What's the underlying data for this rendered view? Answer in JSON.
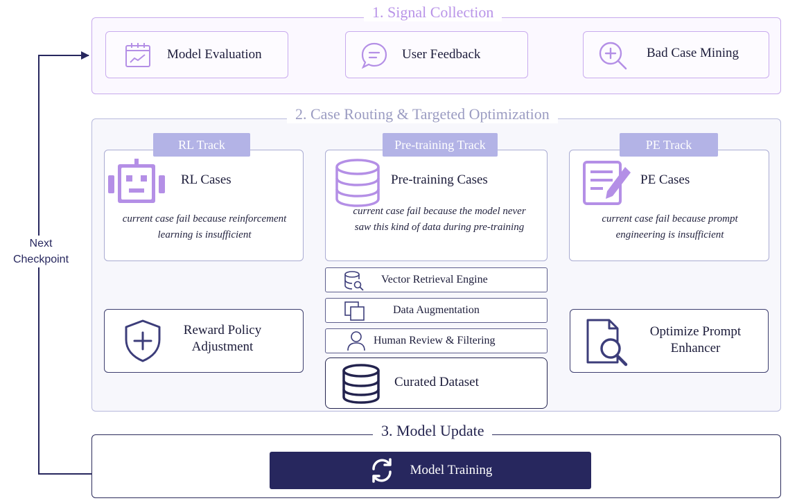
{
  "sections": {
    "signal_collection": "1. Signal Collection",
    "case_routing": "2. Case Routing & Targeted Optimization",
    "model_update": "3. Model Update"
  },
  "signal": {
    "model_evaluation": "Model Evaluation",
    "user_feedback": "User Feedback",
    "bad_case_mining": "Bad Case Mining"
  },
  "tracks": {
    "rl": {
      "tab": "RL Track",
      "title": "RL Cases",
      "desc": "current case fail because reinforcement learning is insufficient",
      "action": "Reward Policy Adjustment"
    },
    "pretraining": {
      "tab": "Pre-training Track",
      "title": "Pre-training Cases",
      "desc": "current case fail because the model never saw this kind of data during pre-training",
      "steps": [
        "Vector Retrieval Engine",
        "Data Augmentation",
        "Human Review & Filtering"
      ],
      "output": "Curated Dataset"
    },
    "pe": {
      "tab": "PE Track",
      "title": "PE Cases",
      "desc": "current case fail because prompt engineering is insufficient",
      "action": "Optimize Prompt Enhancer"
    }
  },
  "update": {
    "model_training": "Model Training"
  },
  "loop": {
    "line1": "Next",
    "line2": "Checkpoint"
  },
  "colors": {
    "signal_border": "#c6a9ec",
    "track_tab": "#b3b3e6",
    "icon_purple": "#b48fe6",
    "icon_navy": "#3c3d7a",
    "training_bg": "#27275e"
  },
  "icons": [
    "chart-calendar-icon",
    "chat-bubble-icon",
    "zoom-in-icon",
    "robot-icon",
    "database-icon",
    "document-edit-icon",
    "shield-plus-icon",
    "document-search-icon",
    "database-search-icon",
    "copy-icon",
    "user-icon",
    "refresh-icon"
  ]
}
